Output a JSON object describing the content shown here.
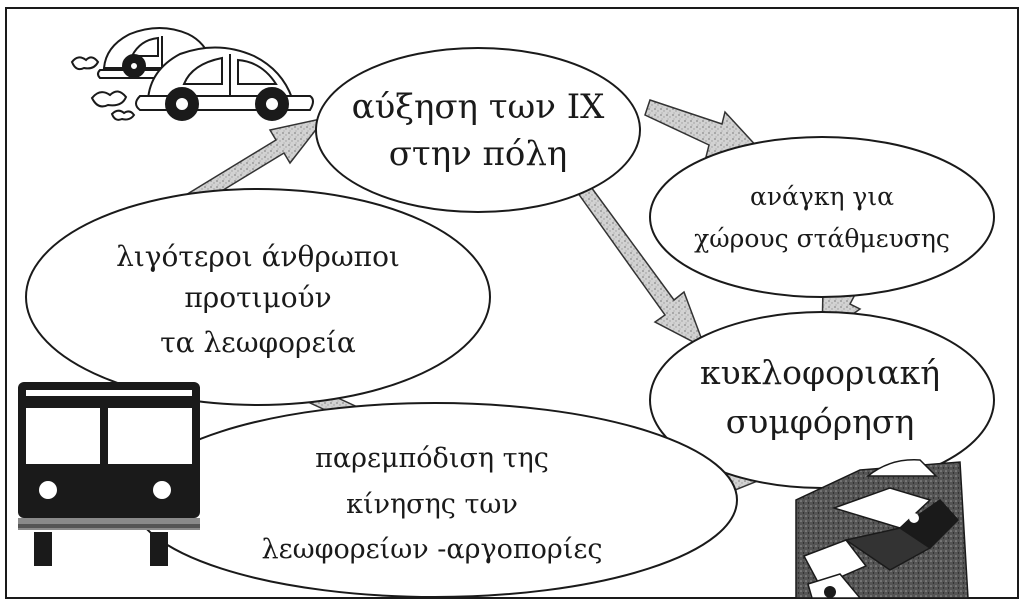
{
  "nodes": {
    "cars_increase": {
      "line1": "αύξηση των ΙΧ",
      "line2": "στην πόλη"
    },
    "parking_need": {
      "line1": "ανάγκη για",
      "line2": "χώρους στάθμευσης"
    },
    "congestion": {
      "line1": "κυκλοφοριακή",
      "line2": "συμφόρηση"
    },
    "bus_obstruction": {
      "line1": "παρεμπόδιση της",
      "line2": "κίνησης των",
      "line3": "λεωφορείων -αργοπορίες"
    },
    "fewer_bus_riders": {
      "line1": "λιγότεροι άνθρωποι",
      "line2": "προτιμούν",
      "line3": "τα λεωφορεία"
    }
  },
  "icons": [
    "cars-icon",
    "bus-icon",
    "traffic-jam-icon"
  ],
  "colors": {
    "ink": "#1a1a1a",
    "arrow_fill": "#c9c9c9",
    "background": "#ffffff"
  }
}
